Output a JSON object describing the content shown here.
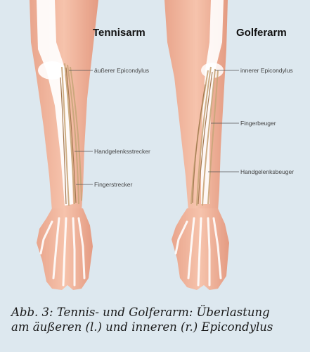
{
  "left_arm": {
    "title": "Tennisarm",
    "labels": [
      "äußerer Epicondylus",
      "Handgelenksstrecker",
      "Fingerstrecker"
    ]
  },
  "right_arm": {
    "title": "Golferarm",
    "labels": [
      "innerer Epicondylus",
      "Fingerbeuger",
      "Handgelenksbeuger"
    ]
  },
  "caption": {
    "line1": "Abb. 3: Tennis- und Golferarm: Überlastung",
    "line2": "am äußeren (l.) und inneren (r.)  Epicondylus"
  },
  "colors": {
    "background": "#dde8ef",
    "skin": "#f2b8a0",
    "bone": "#ffffff",
    "tendon": "#c9a77a",
    "muscle": "#b8875c"
  }
}
